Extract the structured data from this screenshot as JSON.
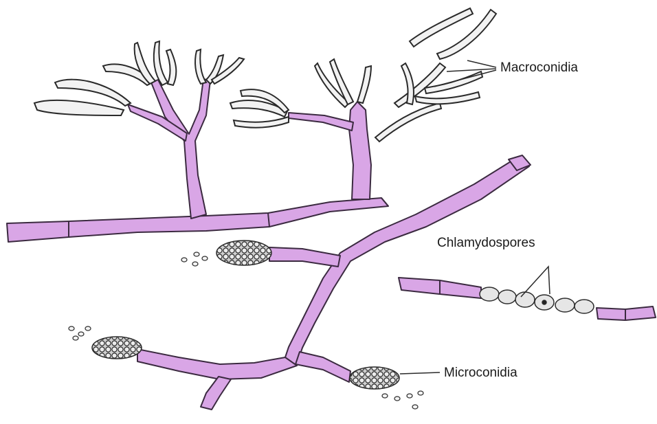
{
  "labels": {
    "macroconidia": "Macroconidia",
    "chlamydospores": "Chlamydospores",
    "microconidia": "Microconidia"
  },
  "colors": {
    "hypha_fill": "#d9a6e6",
    "hypha_stroke": "#3b2a40",
    "conidia_fill": "#f2f2f2",
    "chlamydospore_fill": "#e6e6e6",
    "microconidia_fill": "#cfcfcf"
  }
}
